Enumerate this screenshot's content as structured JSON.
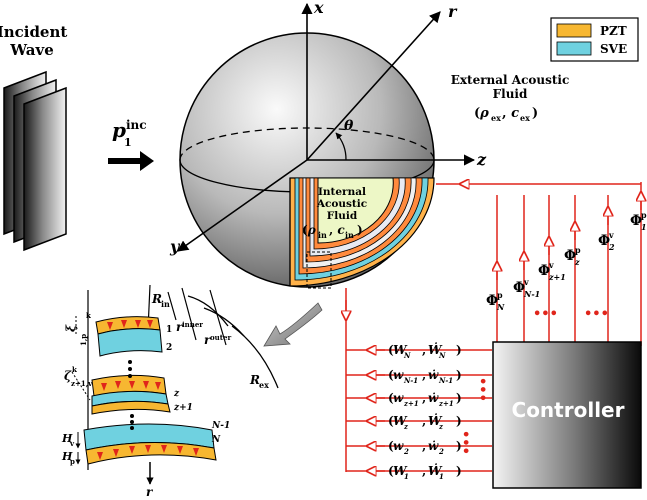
{
  "incident": {
    "line1": "Incident",
    "line2": "Wave",
    "pressure": "p",
    "pressure_sup": "inc",
    "pressure_sub": "1"
  },
  "axes": {
    "x": "x",
    "y": "y",
    "z": "z",
    "r": "r",
    "theta": "θ"
  },
  "external": {
    "line1": "External Acoustic",
    "line2": "Fluid",
    "params": "(ρ",
    "rho_sub": "ex",
    "c": "c",
    "c_sub": "ex"
  },
  "internal": {
    "line1": "Internal",
    "line2": "Acoustic",
    "line3": "Fluid",
    "rho_sub": "in",
    "c_sub": "in"
  },
  "legend": {
    "pzt": "PZT",
    "sve": "SVE",
    "pzt_color": "#f7b731",
    "sve_color": "#6fd1e0"
  },
  "controller": {
    "label": "Controller"
  },
  "phi": [
    {
      "sup": "p",
      "sub": "N"
    },
    {
      "sup": "v",
      "sub": "N-1"
    },
    {
      "sup": "v",
      "sub": "z+1"
    },
    {
      "sup": "p",
      "sub": "z"
    },
    {
      "sup": "v",
      "sub": "2"
    },
    {
      "sup": "p",
      "sub": "1"
    }
  ],
  "states": [
    {
      "a": "W",
      "a_sub": "N",
      "b": "Ẇ",
      "b_sub": "N"
    },
    {
      "a": "w",
      "a_sub": "N-1",
      "b": "ẇ",
      "b_sub": "N-1"
    },
    {
      "a": "w",
      "a_sub": "z+1",
      "b": "ẇ",
      "b_sub": "z+1"
    },
    {
      "a": "W",
      "a_sub": "z",
      "b": "Ẇ",
      "b_sub": "z"
    },
    {
      "a": "w",
      "a_sub": "2",
      "b": "ẇ",
      "b_sub": "2"
    },
    {
      "a": "W",
      "a_sub": "1",
      "b": "Ẇ",
      "b_sub": "1"
    }
  ],
  "detail": {
    "R_in": "R",
    "R_in_sub": "in",
    "r_inner": "r",
    "r_inner_sub": "inner",
    "r_outer": "r",
    "r_outer_sub": "outer",
    "R_ex": "R",
    "R_ex_sub": "ex",
    "xi": "ξ",
    "xi_sup": "k",
    "xi_sub": "1,p",
    "zeta": "ζ",
    "zeta_sup": "k",
    "zeta_sub": "z+1,v",
    "H_v": "H",
    "H_v_sub": "v",
    "H_p": "H",
    "H_p_sub": "p",
    "layer_1": "1",
    "layer_2": "2",
    "layer_z": "z",
    "layer_z1": "z+1",
    "layer_N1": "N-1",
    "layer_N": "N",
    "r_axis": "r"
  },
  "dots": "•••"
}
